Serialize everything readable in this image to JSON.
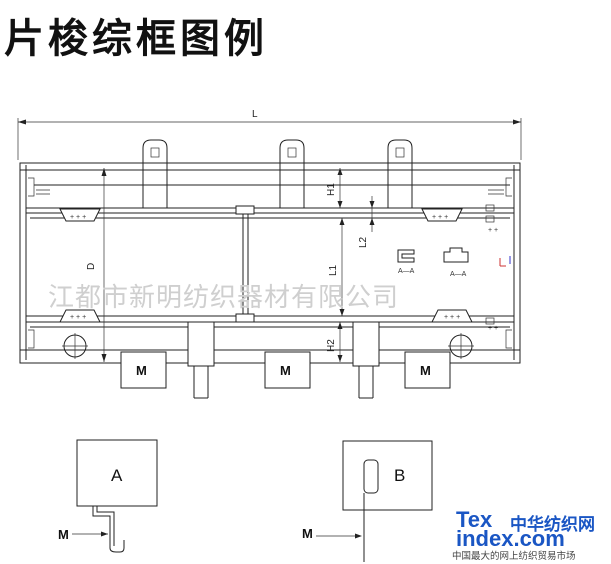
{
  "title": "片梭综框图例",
  "dimensions": {
    "L": "L",
    "D": "D",
    "H1": "H1",
    "H2": "H2",
    "L1": "L1",
    "L2": "L2"
  },
  "motors": [
    "M",
    "M",
    "M"
  ],
  "section_labels": {
    "aa1": "A—A",
    "aa2": "A—A"
  },
  "details": {
    "a": {
      "label": "A",
      "pointer": "M"
    },
    "b": {
      "label": "B",
      "pointer": "M"
    }
  },
  "watermark": "江都市新明纺织器材有限公司",
  "logo": {
    "tex": "Tex",
    "index": "index.com",
    "cn_name": "中华纺织网",
    "slogan": "中国最大的网上纺织贸易市场"
  },
  "colors": {
    "logo": "#1a56c4",
    "line": "#222222",
    "watermark": "#cfcfcf"
  }
}
